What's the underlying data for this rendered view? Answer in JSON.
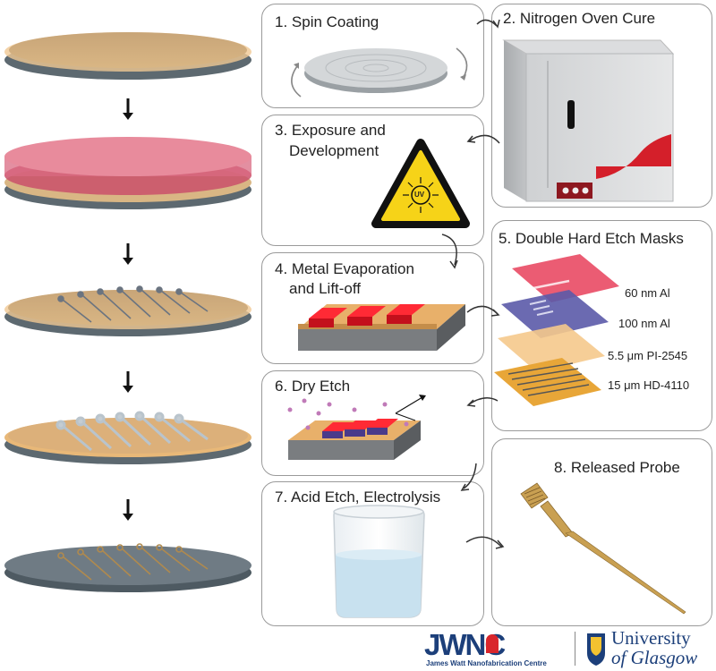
{
  "steps": [
    {
      "title": "1. Spin Coating"
    },
    {
      "title": "2. Nitrogen Oven Cure"
    },
    {
      "title_line1": "3. Exposure and",
      "title_line2": "Development"
    },
    {
      "title_line1": "4. Metal Evaporation",
      "title_line2": "and Lift-off"
    },
    {
      "title": "5. Double Hard Etch Masks"
    },
    {
      "title": "6. Dry Etch"
    },
    {
      "title": "7. Acid Etch, Electrolysis"
    },
    {
      "title": "8. Released Probe"
    }
  ],
  "layers": [
    "60 nm Al",
    "100 nm Al",
    "5.5 μm PI-2545",
    "15 μm HD-4110"
  ],
  "uv_label": "UV",
  "footer": {
    "jwnc_logo": "JWNC",
    "jwnc_sub": "James Watt Nanofabrication Centre",
    "uni_line1": "University",
    "uni_line2": "of Glasgow"
  },
  "colors": {
    "polyimide": "#d8b37f",
    "photoresist": "#e07088",
    "metal_red": "#e0101e",
    "wafer": "#707a82",
    "brand_blue": "#1c3f7a"
  }
}
